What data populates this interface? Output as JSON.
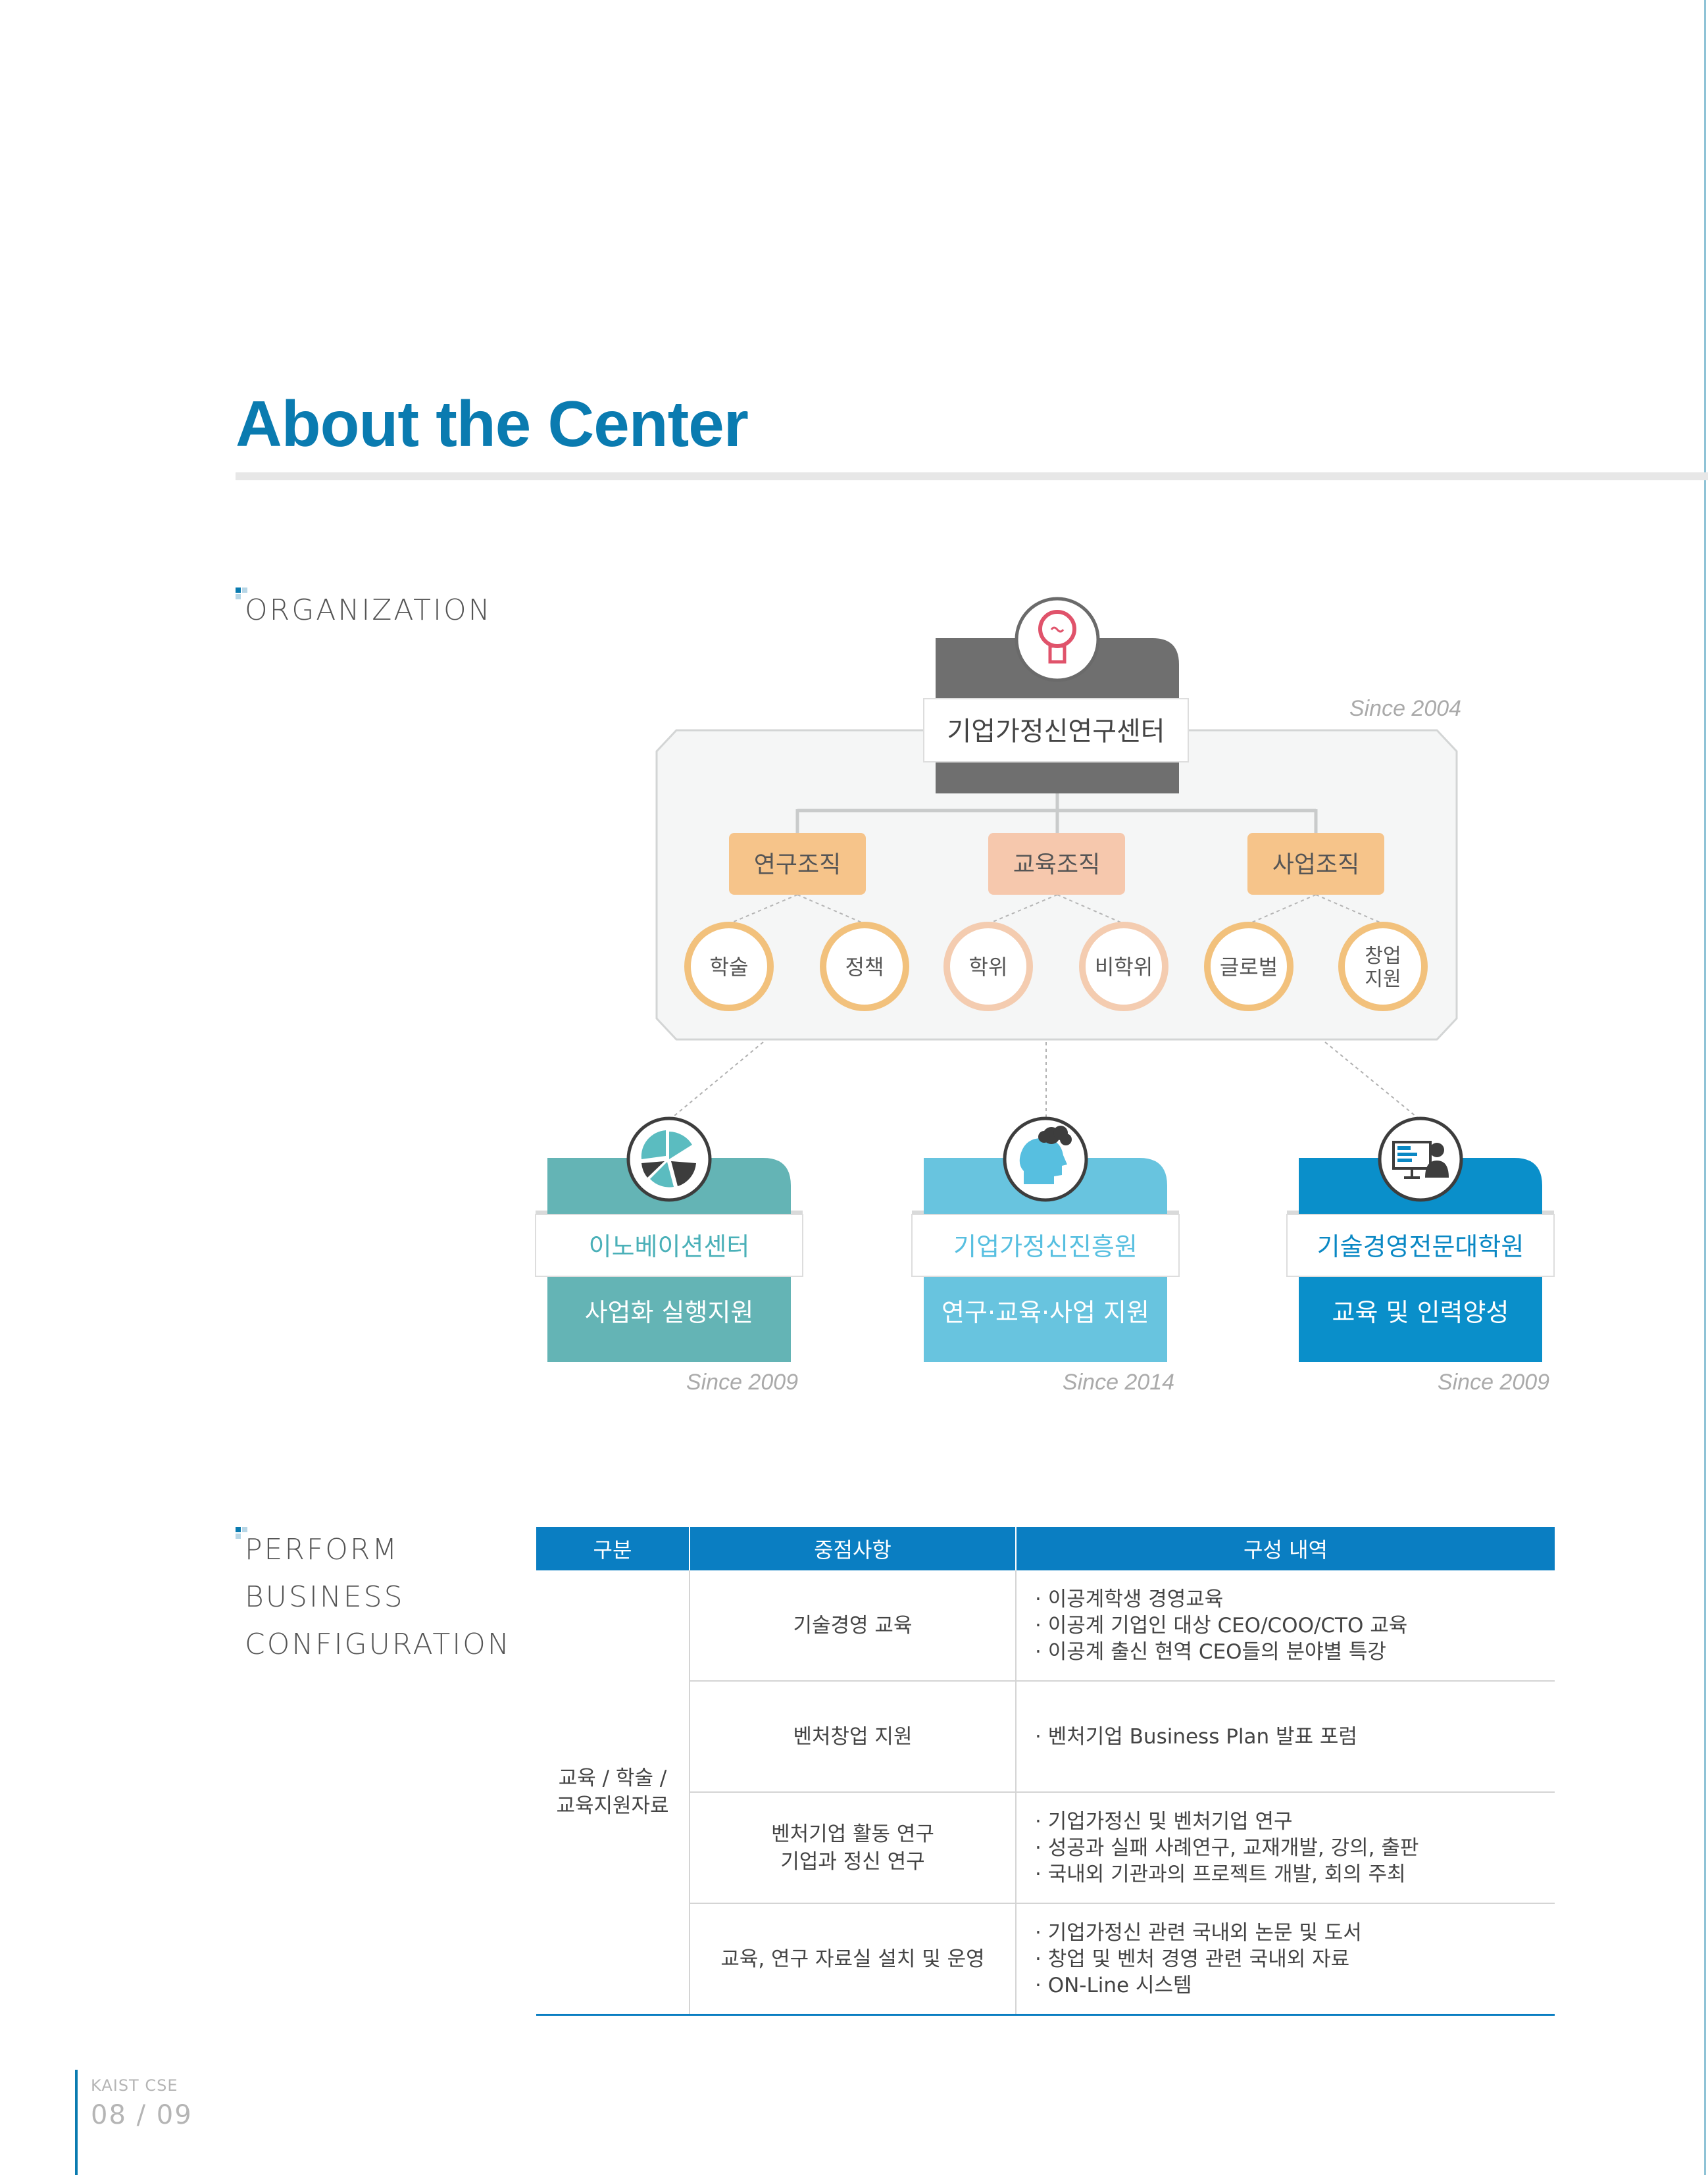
{
  "page": {
    "title": "About the Center",
    "sections": {
      "organization": "ORGANIZATION",
      "perform": [
        "PERFORM",
        "BUSINESS",
        "CONFIGURATION"
      ]
    }
  },
  "org_chart": {
    "root": {
      "name": "기업가정신연구센터",
      "since": "Since 2004",
      "icon": "lightbulb-icon"
    },
    "branches": [
      {
        "name": "연구조직",
        "children": [
          "학술",
          "정책"
        ],
        "color": "#f6c48a",
        "ring": "#f2c17c"
      },
      {
        "name": "교육조직",
        "children": [
          "학위",
          "비학위"
        ],
        "color": "#f6c8ad",
        "ring": "#f4ccb0"
      },
      {
        "name": "사업조직",
        "children": [
          "글로벌",
          "창업\n지원"
        ],
        "color": "#f6c48a",
        "ring": "#f2c17c"
      }
    ],
    "units": [
      {
        "name": "이노베이션센터",
        "desc": "사업화 실행지원",
        "since": "Since 2009",
        "color": "#64b4b5",
        "name_color": "#4ab0b8",
        "icon": "pie-chart-icon"
      },
      {
        "name": "기업가정신진흥원",
        "desc": "연구·교육·사업 지원",
        "since": "Since 2014",
        "color": "#68c4df",
        "name_color": "#57bfe0",
        "icon": "thinking-head-icon"
      },
      {
        "name": "기술경영전문대학원",
        "desc": "교육 및 인력양성",
        "since": "Since 2009",
        "color": "#0a8fca",
        "name_color": "#0a88c4",
        "icon": "presentation-icon"
      }
    ]
  },
  "table": {
    "headers": [
      "구분",
      "중점사항",
      "구성 내역"
    ],
    "category": [
      "교육 / 학술 /",
      "교육지원자료"
    ],
    "rows": [
      {
        "focus": [
          "기술경영 교육"
        ],
        "items": [
          "이공계학생 경영교육",
          "이공계 기업인 대상 CEO/COO/CTO 교육",
          "이공계 출신 현역 CEO들의 분야별 특강"
        ]
      },
      {
        "focus": [
          "벤처창업 지원"
        ],
        "items": [
          "벤처기업 Business Plan 발표 포럼"
        ]
      },
      {
        "focus": [
          "벤처기업 활동 연구",
          "기업과 정신 연구"
        ],
        "items": [
          "기업가정신 및 벤처기업 연구",
          "성공과 실패 사례연구, 교재개발, 강의, 출판",
          "국내외 기관과의 프로젝트 개발, 회의 주최"
        ]
      },
      {
        "focus": [
          "교육, 연구 자료실 설치 및 운영"
        ],
        "items": [
          "기업가정신 관련 국내외 논문 및 도서",
          "창업 및 벤처 경영 관련 국내외 자료",
          "ON-Line 시스템"
        ]
      }
    ]
  },
  "footer": {
    "brand": "KAIST CSE",
    "page": "08 / 09"
  }
}
